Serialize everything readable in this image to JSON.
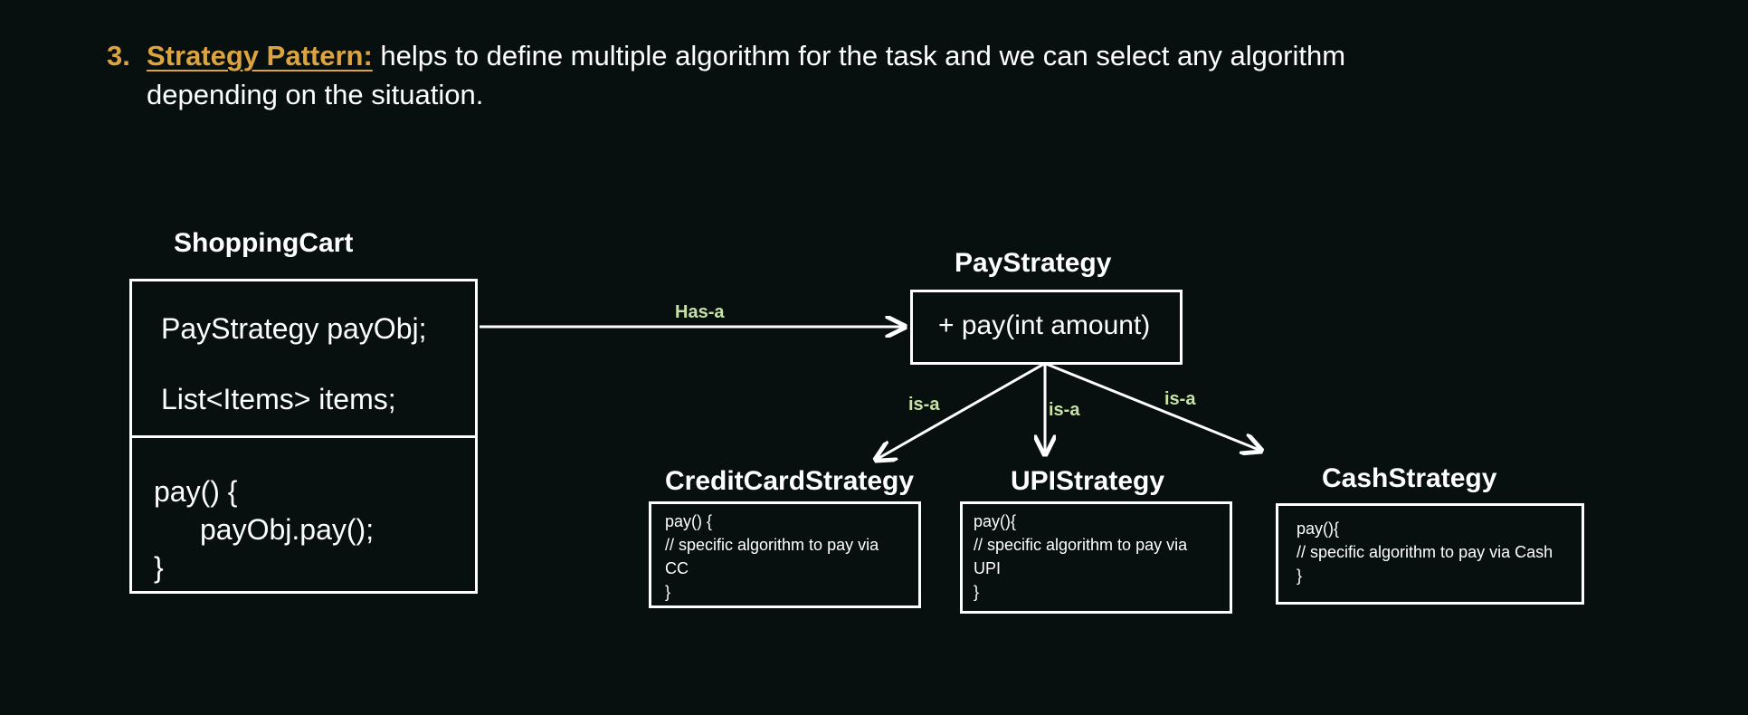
{
  "heading": {
    "number": "3.",
    "term": "Strategy Pattern:",
    "line1": " helps to define multiple algorithm for the task and we can select any algorithm",
    "line2": "depending on the situation."
  },
  "shopping_cart": {
    "title": "ShoppingCart",
    "fields": [
      "PayStrategy payObj;",
      "List<Items> items;"
    ],
    "method": [
      "pay() {",
      "payObj.pay();",
      "}"
    ]
  },
  "pay_strategy": {
    "title": "PayStrategy",
    "method": "+ pay(int amount)"
  },
  "relations": {
    "has_a": "Has-a",
    "is_a_left": "is-a",
    "is_a_middle": "is-a",
    "is_a_right": "is-a"
  },
  "credit_card": {
    "title": "CreditCardStrategy",
    "lines": [
      "pay() {",
      "// specific algorithm to pay via",
      "CC",
      "}"
    ]
  },
  "upi": {
    "title": "UPIStrategy",
    "lines": [
      "pay(){",
      "// specific algorithm to pay via",
      "UPI",
      "}"
    ]
  },
  "cash": {
    "title": "CashStrategy",
    "lines": [
      "pay(){",
      "// specific algorithm to pay via Cash",
      "}"
    ]
  }
}
